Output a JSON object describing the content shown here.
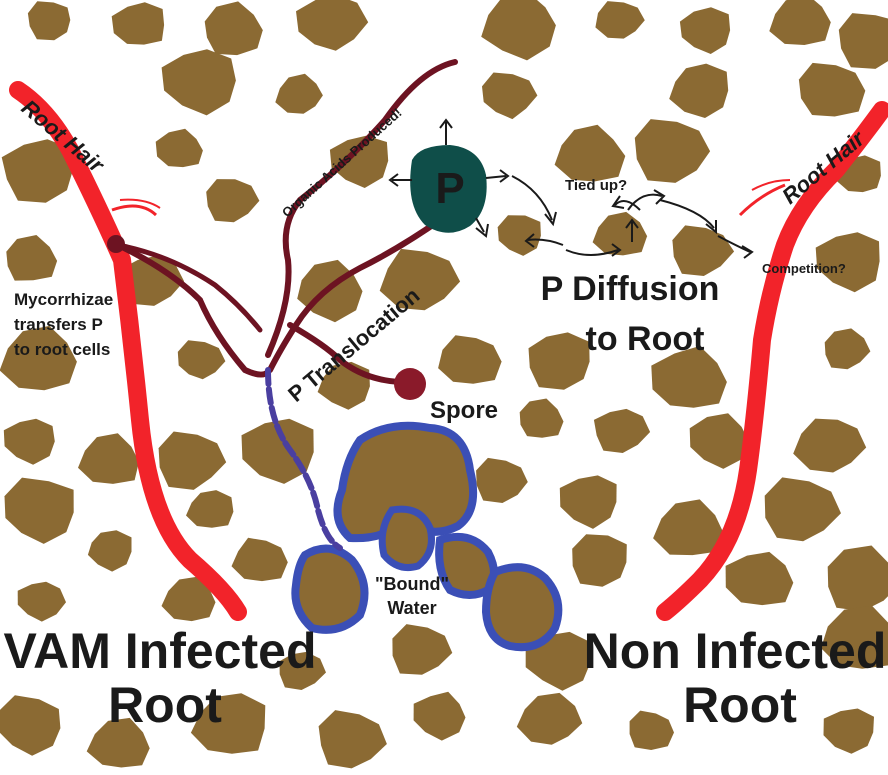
{
  "labels": {
    "root_hair_left": "Root Hair",
    "root_hair_right": "Root Hair",
    "organic_acids": "Organic Acids Produced!",
    "p_symbol": "P",
    "tied_up": "Tied up?",
    "competition": "Competition?",
    "diffusion_line1": "P Diffusion",
    "diffusion_line2": "to Root",
    "translocation": "P Translocation",
    "mycorrhizae_line1": "Mycorrhizae",
    "mycorrhizae_line2": "transfers P",
    "mycorrhizae_line3": "to root cells",
    "spore": "Spore",
    "bound_line1": "\"Bound\"",
    "bound_line2": "Water",
    "vam_line1": "VAM Infected",
    "vam_line2": "Root",
    "non_line1": "Non Infected",
    "non_line2": "Root"
  },
  "colors": {
    "soil_particle": "#8b6a33",
    "root": "#f2232a",
    "hypha_dark": "#6d1322",
    "hypha_blue": "#4a3fa0",
    "phosphorus": "#0f4e49",
    "water_outline": "#3b4fb6",
    "text": "#1a1a1a"
  }
}
